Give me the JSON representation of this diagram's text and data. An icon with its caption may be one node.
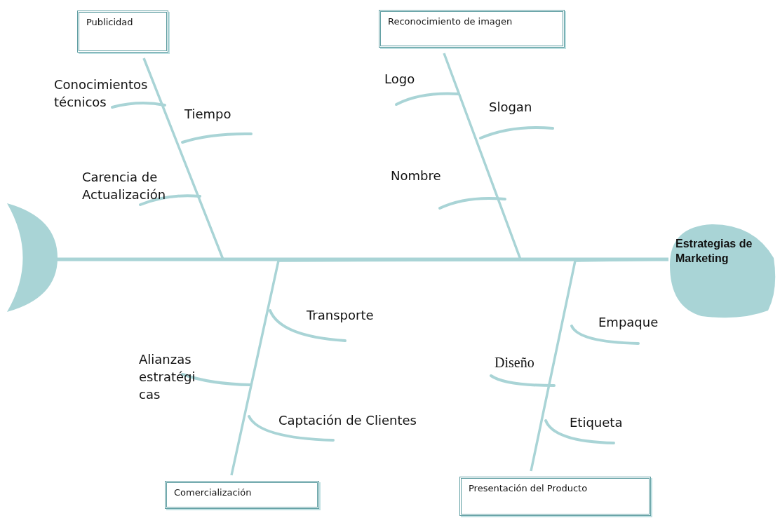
{
  "diagram": {
    "nodes": [
      {
        "text": [
          "Publicidad"
        ]
      },
      {
        "text": [
          "Reconocimiento de imagen"
        ]
      },
      {
        "text": [
          "Comercialización"
        ]
      },
      {
        "text": [
          "Presentación del Producto"
        ]
      },
      {
        "text": [],
        "shape": "crescent"
      },
      {
        "text": [
          "Estrategias de Marketing"
        ]
      }
    ],
    "edges": [
      {
        "from": 4,
        "to": 5,
        "arrow": "none"
      },
      {
        "from": 0,
        "to": 5,
        "arrow": "none"
      },
      {
        "from": 1,
        "to": 5,
        "arrow": "none"
      },
      {
        "from": 2,
        "to": 5,
        "arrow": "none"
      },
      {
        "from": 3,
        "to": 5,
        "arrow": "none"
      }
    ],
    "labels": [
      "Conocimientos técnicos",
      "Tiempo",
      "Carencia de Actualización",
      "Logo",
      "Slogan",
      "Nombre",
      "Transporte",
      "Alianzas estratégi cas",
      "Captación de Clientes",
      "Diseño",
      "Empaque",
      "Etiqueta"
    ]
  }
}
